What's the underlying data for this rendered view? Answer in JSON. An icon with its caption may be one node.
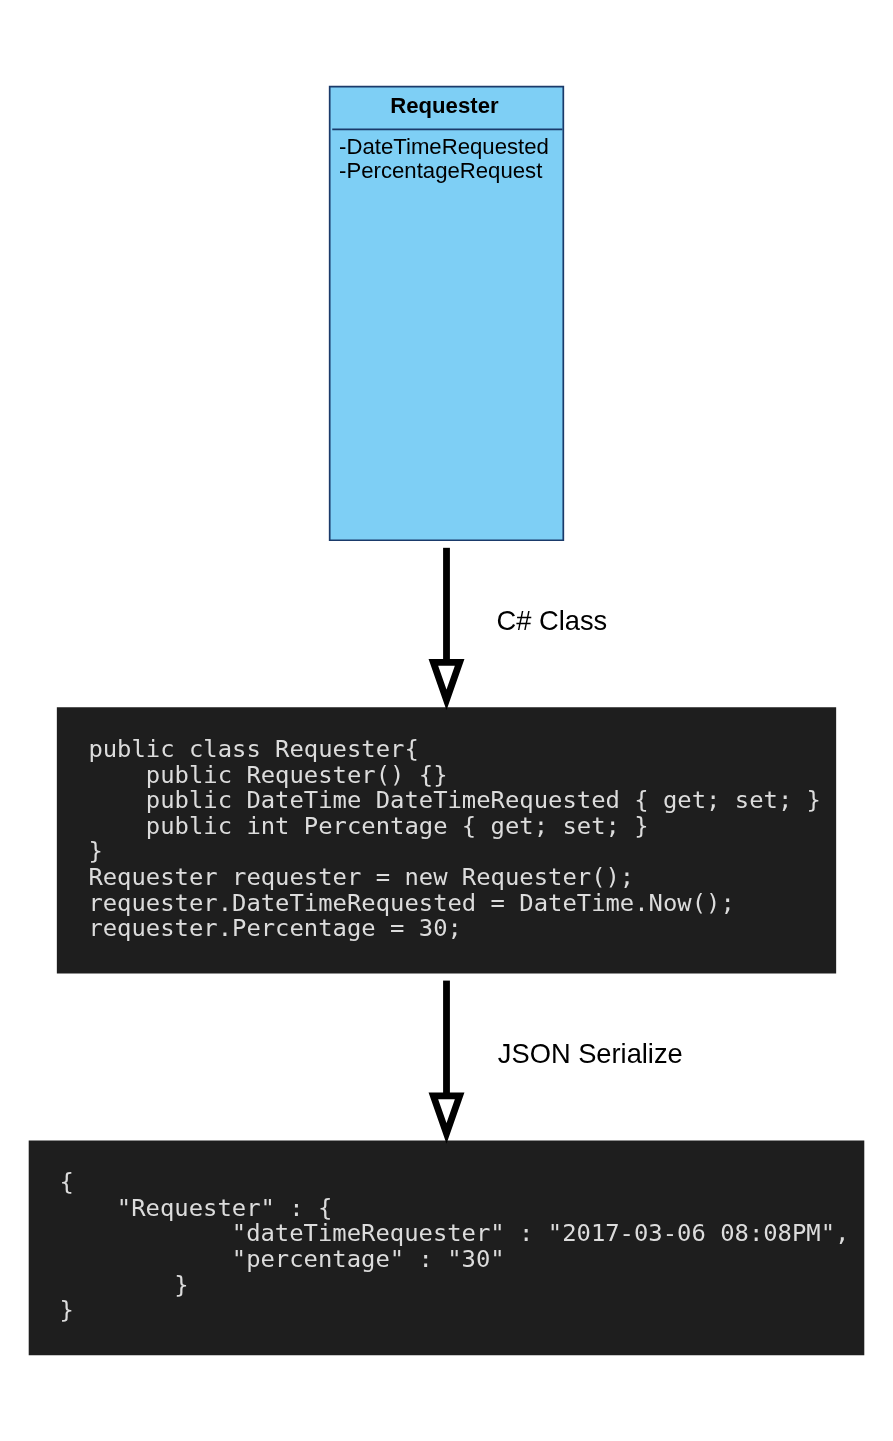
{
  "diagram": {
    "nodes": [
      {
        "text": [
          "Requester",
          "-DateTimeRequested",
          "-PercentageRequest"
        ]
      },
      {
        "text": [
          "public class Requester{",
          "    public Requester() {}",
          "    public DateTime DateTimeRequested { get; set; }",
          "    public int Percentage { get; set; }",
          "}",
          "Requester requester = new Requester();",
          "requester.DateTimeRequested = DateTime.Now();",
          "requester.Percentage = 30;"
        ]
      },
      {
        "text": [
          "{",
          "    \"Requester\" : {",
          "            \"dateTimeRequester\" : \"2017-03-06 08:08PM\",",
          "            \"percentage\" : \"30\"",
          "        }",
          "}"
        ]
      }
    ],
    "edges": [
      {
        "from": 0,
        "to": 1,
        "arrow": "to",
        "label": "C# Class"
      },
      {
        "from": 1,
        "to": 2,
        "arrow": "to",
        "label": "JSON Serialize"
      }
    ]
  }
}
